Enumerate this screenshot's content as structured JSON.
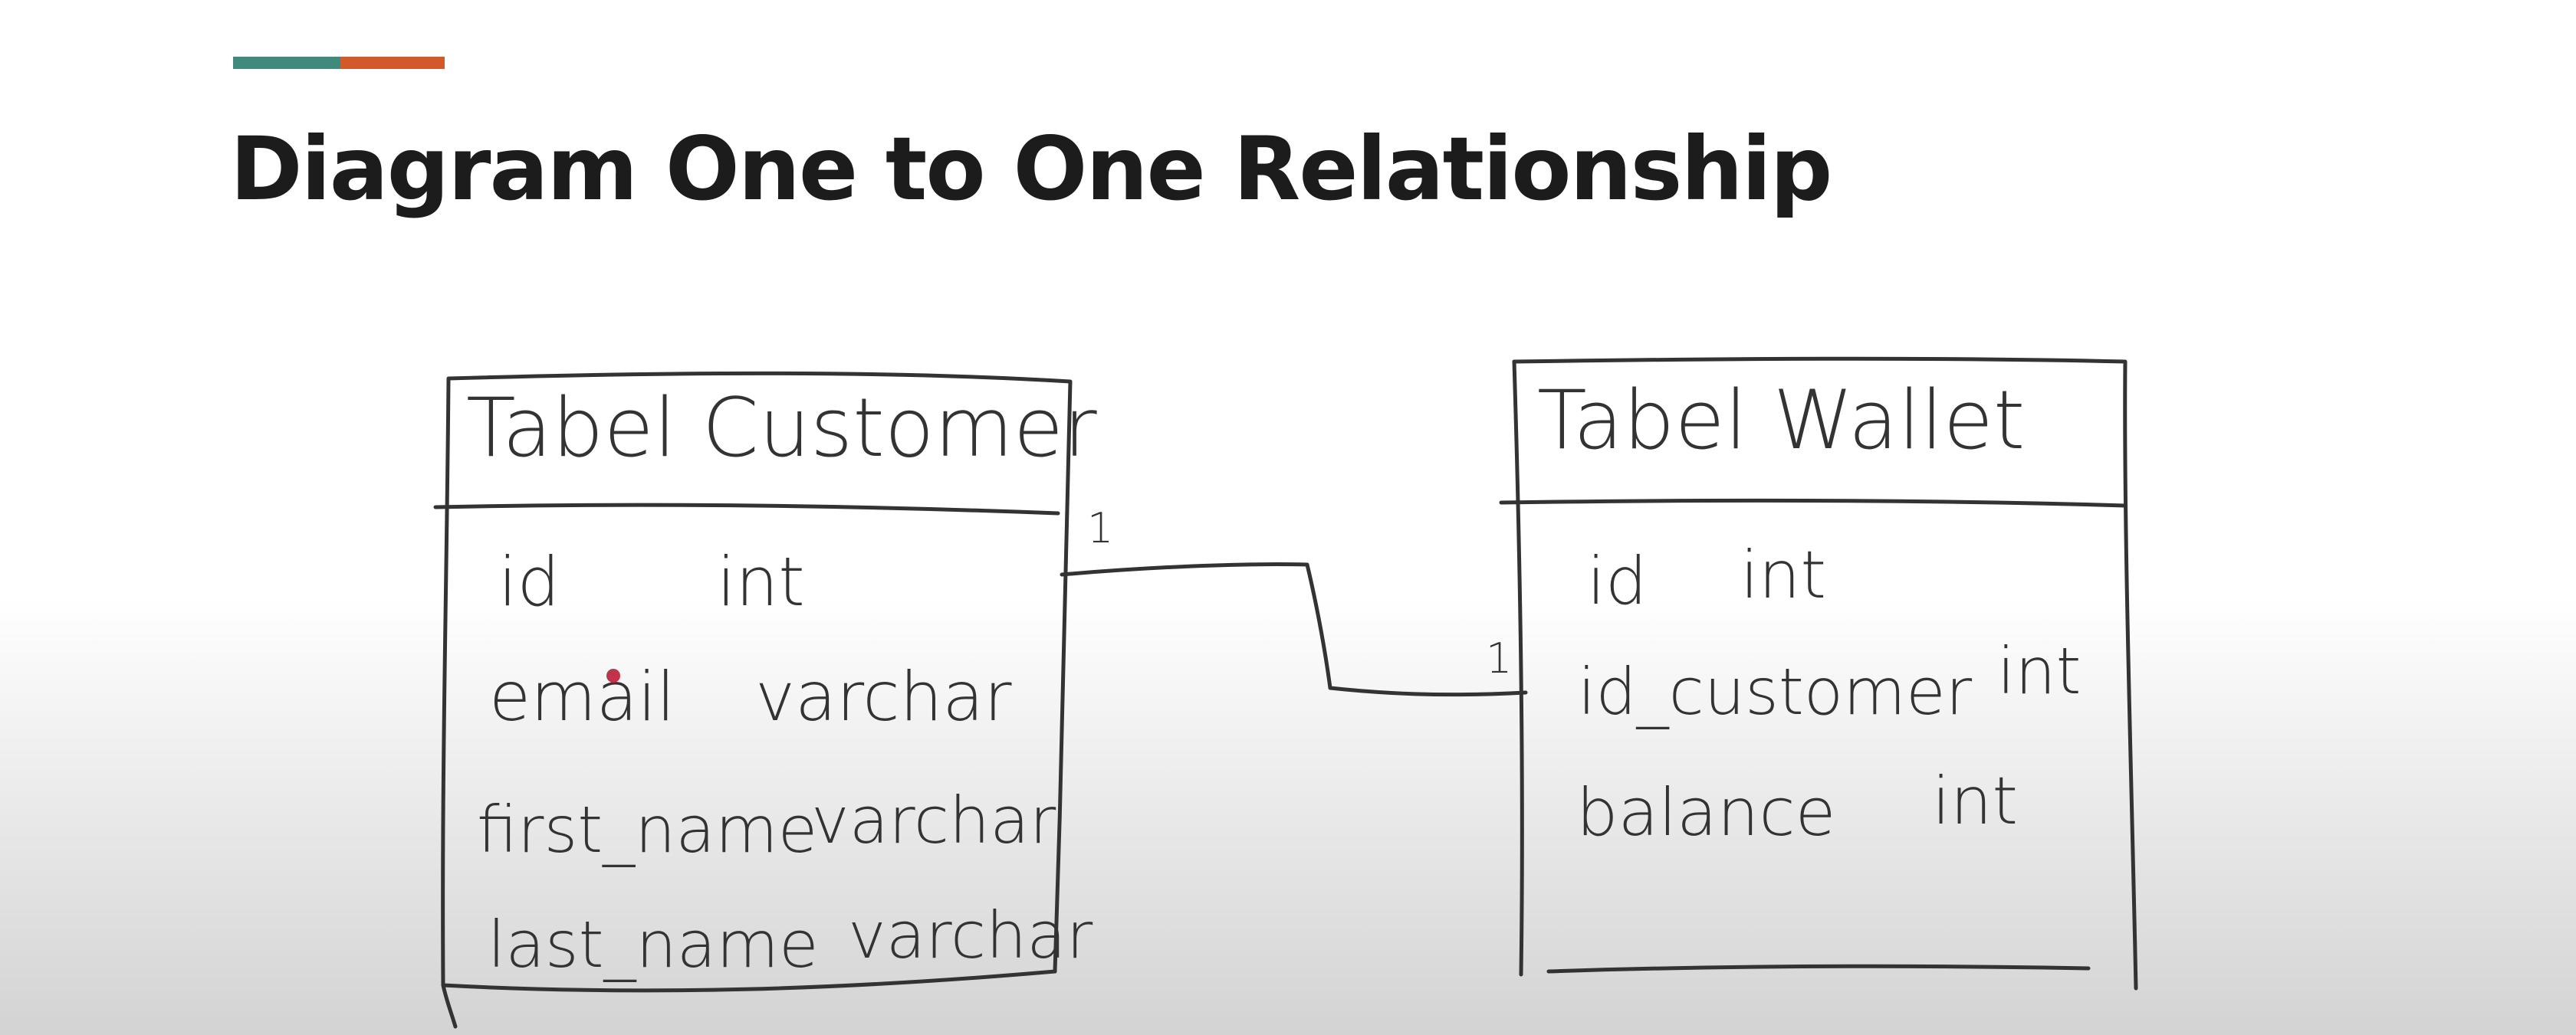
{
  "title": "Diagram One to One Relationship",
  "colors": {
    "accent_green": "#3f8a7b",
    "accent_orange": "#d25a2a",
    "title": "#1c1c1c",
    "ink": "#333333",
    "pointer": "#c0334a"
  },
  "tables": [
    {
      "name": "Tabel Customer",
      "columns": [
        {
          "name": "id",
          "type": "int"
        },
        {
          "name": "email",
          "type": "varchar"
        },
        {
          "name": "first_name",
          "type": "varchar"
        },
        {
          "name": "last_name",
          "type": "varchar"
        }
      ]
    },
    {
      "name": "Tabel Wallet",
      "columns": [
        {
          "name": "id",
          "type": "int"
        },
        {
          "name": "id_customer",
          "type": "int"
        },
        {
          "name": "balance",
          "type": "int"
        }
      ]
    }
  ],
  "relationship": {
    "from_cardinality": "1",
    "to_cardinality": "1"
  }
}
